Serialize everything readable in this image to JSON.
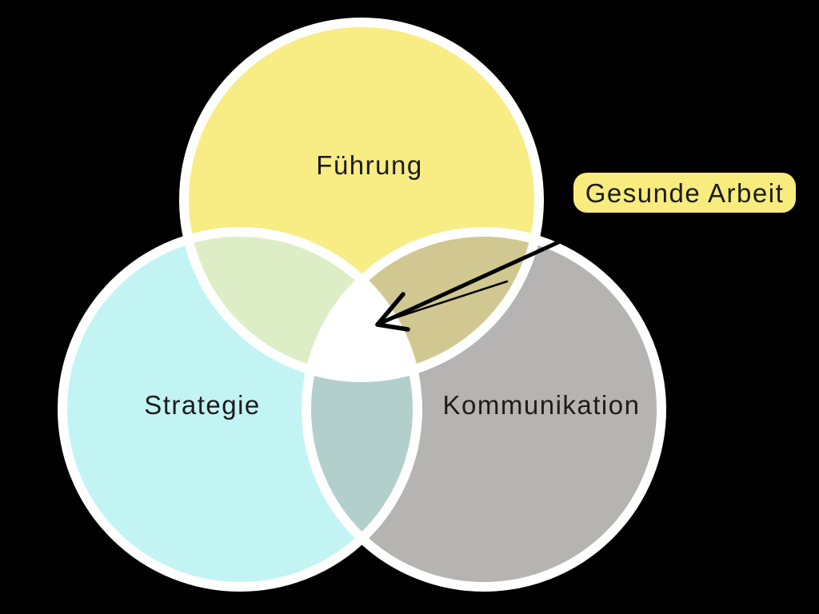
{
  "background": "#000000",
  "diagram": {
    "type": "venn",
    "title": "",
    "sets": [
      {
        "id": "fuehrung",
        "label": "Führung",
        "color": "#F8EC84"
      },
      {
        "id": "strategie",
        "label": "Strategie",
        "color": "#C2F4F4"
      },
      {
        "id": "kommunikation",
        "label": "Kommunikation",
        "color": "#B5B4B3"
      }
    ],
    "overlaps": {
      "fuehrung_strategie": "#DDEEC6",
      "fuehrung_kommunikation": "#D1C891",
      "strategie_kommunikation": "#B2CFCB",
      "center": "#FFFFFF"
    },
    "outline_color": "#FFFFFF",
    "label_color": "#1C1C1C",
    "annotation": {
      "label": "Gesunde Arbeit",
      "badge_color": "#F8EC7E",
      "arrow_color": "#000000",
      "points_to": "center intersection"
    }
  }
}
